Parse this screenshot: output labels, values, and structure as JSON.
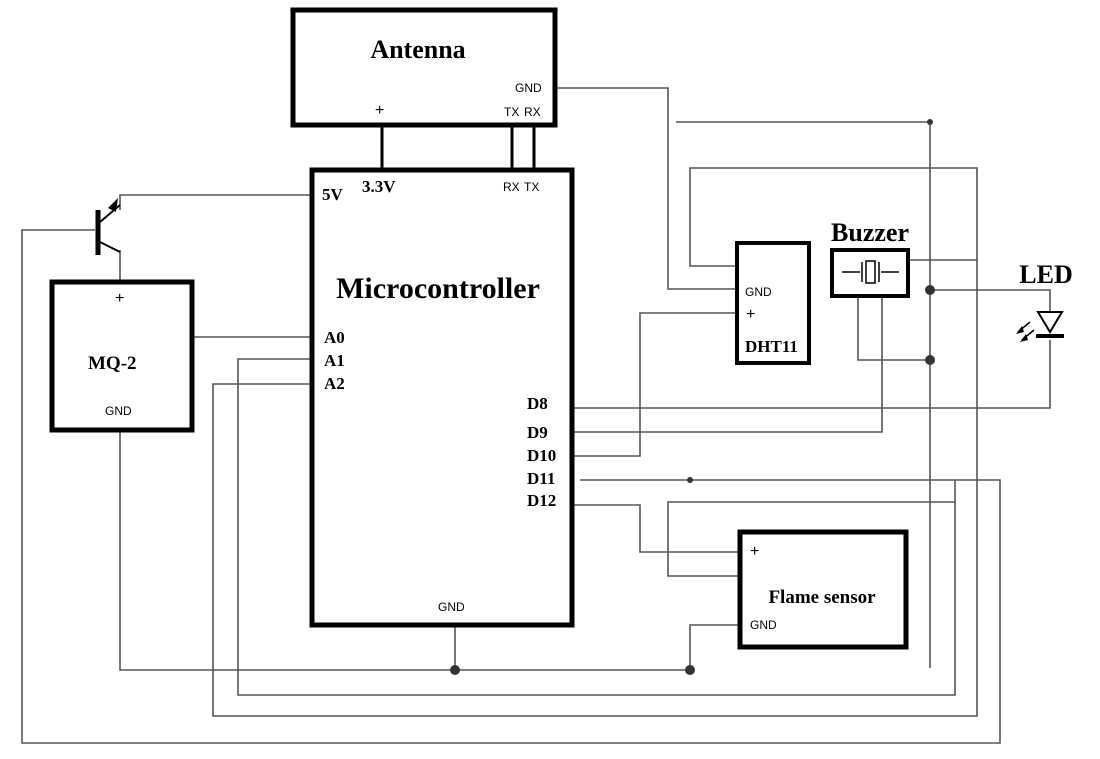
{
  "antenna": {
    "title": "Antenna",
    "gnd": "GND",
    "plus": "+",
    "tx": "TX",
    "rx": "RX"
  },
  "microcontroller": {
    "title": "Microcontroller",
    "v5": "5V",
    "v33": "3.3V",
    "rx": "RX",
    "tx": "TX",
    "analog_pins": [
      "A0",
      "A1",
      "A2"
    ],
    "digital_pins": [
      "D8",
      "D9",
      "D10",
      "D11",
      "D12"
    ],
    "gnd": "GND"
  },
  "mq2": {
    "title": "MQ-2",
    "plus": "+",
    "gnd": "GND"
  },
  "dht11": {
    "title": "DHT11",
    "gnd": "GND",
    "plus": "+"
  },
  "buzzer": {
    "title": "Buzzer"
  },
  "led": {
    "title": "LED"
  },
  "flame": {
    "title": "Flame sensor",
    "plus": "+",
    "gnd": "GND"
  }
}
